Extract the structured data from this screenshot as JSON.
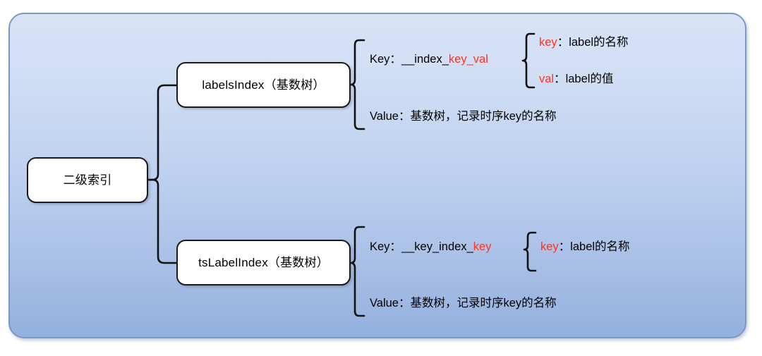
{
  "diagram": {
    "title": "二级索引",
    "panel": {
      "gradient_from": "#d8e3f6",
      "gradient_to": "#93b0de",
      "border_color": "#7b97c4"
    },
    "accent_red": "#ff3320",
    "text_color": "#000000",
    "node_fill": "#ffffff",
    "node_border": "#1a1a1a"
  },
  "nodes": {
    "root": {
      "label": "二级索引"
    },
    "labels_index": {
      "label": "labelsIndex（基数树）"
    },
    "ts_label_index": {
      "label": "tsLabelIndex（基数树）"
    }
  },
  "branches": {
    "labels_index": {
      "key_row": {
        "prefix": "Key：",
        "black": "__index_",
        "red": "key_val"
      },
      "key_children": [
        {
          "name": "key",
          "sep": "：",
          "desc": "label的名称"
        },
        {
          "name": "val",
          "sep": "：",
          "desc": "label的值"
        }
      ],
      "value_row": {
        "prefix": "Value：",
        "text": "基数树，记录时序key的名称"
      }
    },
    "ts_label_index": {
      "key_row": {
        "prefix": "Key：",
        "black": "__key_index_",
        "red": "key"
      },
      "key_children": [
        {
          "name": "key",
          "sep": "：",
          "desc": "label的名称"
        }
      ],
      "value_row": {
        "prefix": "Value：",
        "text": "基数树，记录时序key的名称"
      }
    }
  }
}
